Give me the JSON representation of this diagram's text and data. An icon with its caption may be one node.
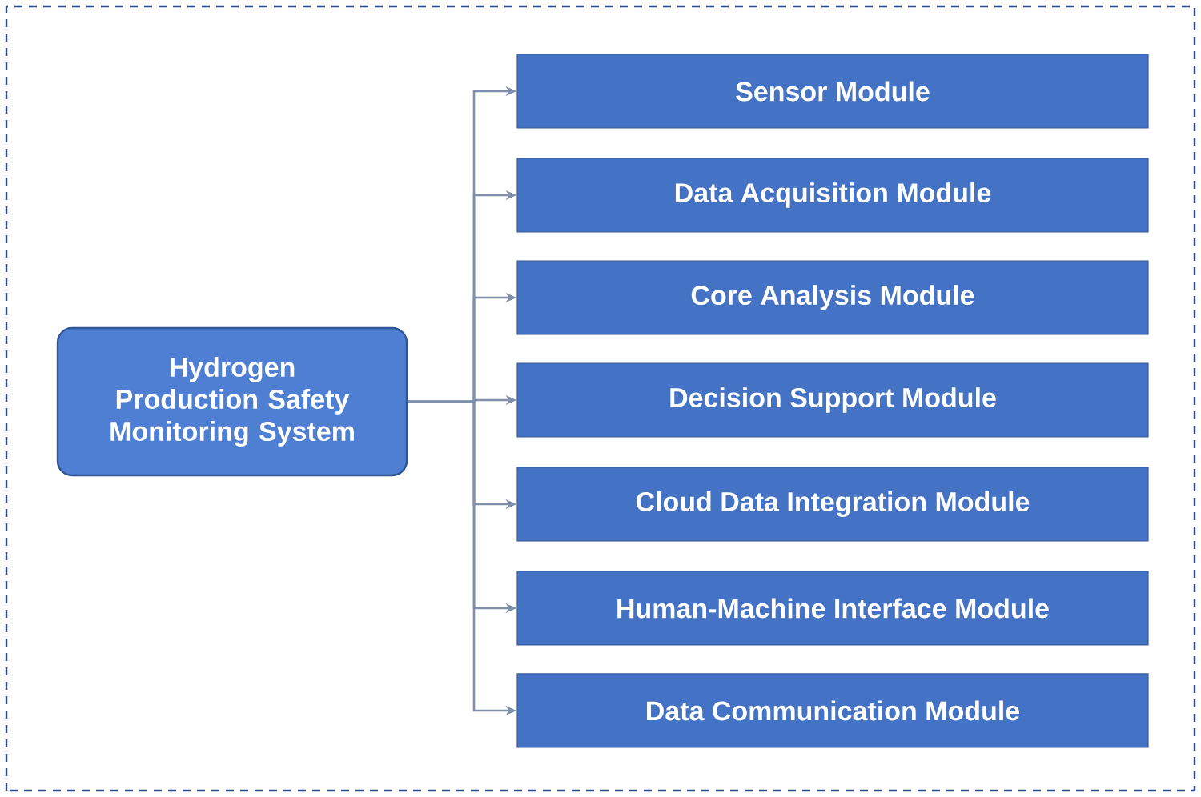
{
  "diagram": {
    "nodes": [
      {
        "text": [
          "Hydrogen Production Safety Monitoring System"
        ]
      },
      {
        "text": [
          "Sensor Module"
        ]
      },
      {
        "text": [
          "Data Acquisition Module"
        ]
      },
      {
        "text": [
          "Core Analysis Module"
        ]
      },
      {
        "text": [
          "Decision Support Module"
        ]
      },
      {
        "text": [
          "Cloud Data Integration Module"
        ]
      },
      {
        "text": [
          "Human-Machine Interface Module"
        ]
      },
      {
        "text": [
          "Data Communication Module"
        ]
      }
    ],
    "edges": [
      {
        "from": 0,
        "to": 1,
        "arrow": "to"
      },
      {
        "from": 0,
        "to": 2,
        "arrow": "to"
      },
      {
        "from": 0,
        "to": 3,
        "arrow": "to"
      },
      {
        "from": 0,
        "to": 4,
        "arrow": "to"
      },
      {
        "from": 0,
        "to": 5,
        "arrow": "to"
      },
      {
        "from": 0,
        "to": 6,
        "arrow": "to"
      },
      {
        "from": 0,
        "to": 7,
        "arrow": "to"
      }
    ]
  }
}
